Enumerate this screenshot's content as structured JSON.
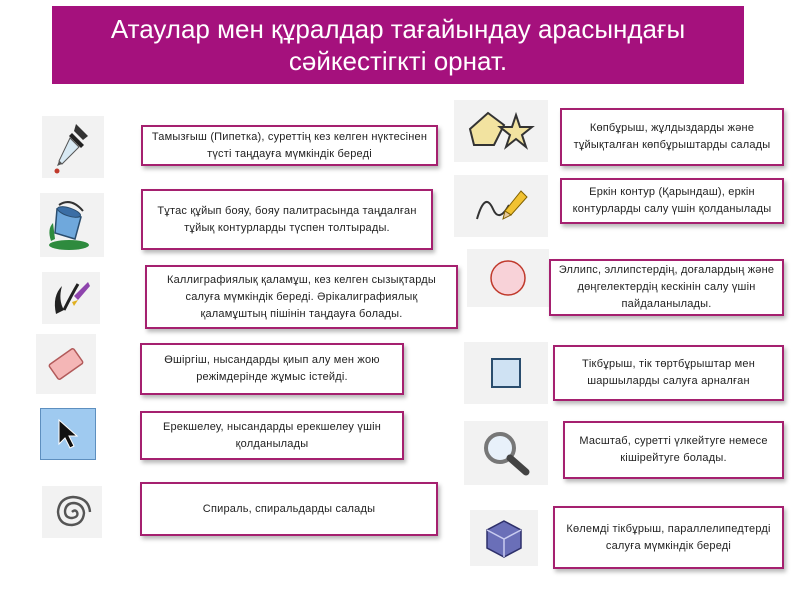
{
  "title": {
    "line1": "Атаулар мен құралдар тағайындау арасындағы",
    "line2": "сәйкестігкті орнат."
  },
  "left_items": [
    {
      "icon": "pipette-icon",
      "text": "Тамызғыш (Пипетка), суреттің кез келген нүктесінен түсті таңдауға мүмкіндік береді"
    },
    {
      "icon": "paint-bucket-icon",
      "text": "Тұтас құйып бояу, бояу палитрасында таңдалған тұйық контурларды түспен толтырады."
    },
    {
      "icon": "calligraphy-pen-icon",
      "text": "Каллиграфиялық қаламұш, кез келген сызықтарды салуға мүмкіндік береді. Әрікалиграфиялық қаламұштың пішінін таңдауға болады."
    },
    {
      "icon": "eraser-icon",
      "text": "Өшіргіш, нысандарды қиып алу мен жою режімдерінде жұмыс істейді."
    },
    {
      "icon": "select-arrow-icon",
      "text": "Ерекшелеу, нысандарды ерекшелеу үшін қолданылады"
    },
    {
      "icon": "spiral-icon",
      "text": "Спираль, спиральдарды салады"
    }
  ],
  "right_items": [
    {
      "icon": "polygon-star-icon",
      "text": "Көпбұрыш, жұлдыздарды және тұйықталған көпбұрыштарды салады"
    },
    {
      "icon": "pencil-icon",
      "text": "Еркін контур (Қарындаш), еркін контурларды салу үшін қолданылады"
    },
    {
      "icon": "ellipse-icon",
      "text": "Эллипс, эллипстердің, доғалардың және дөңгелектердің кескінін салу үшін пайдаланылады."
    },
    {
      "icon": "rectangle-icon",
      "text": "Тікбұрыш, тік төртбұрыштар мен шаршыларды салуға арналған"
    },
    {
      "icon": "magnifier-icon",
      "text": "Масштаб, суретті үлкейтуге немесе кішірейтуге болады."
    },
    {
      "icon": "cube-icon",
      "text": "Көлемді тікбұрыш, параллелипедтерді салуға мүмкіндік береді"
    }
  ],
  "colors": {
    "title_bg": "#a5117d",
    "box_border": "#a5206f"
  }
}
